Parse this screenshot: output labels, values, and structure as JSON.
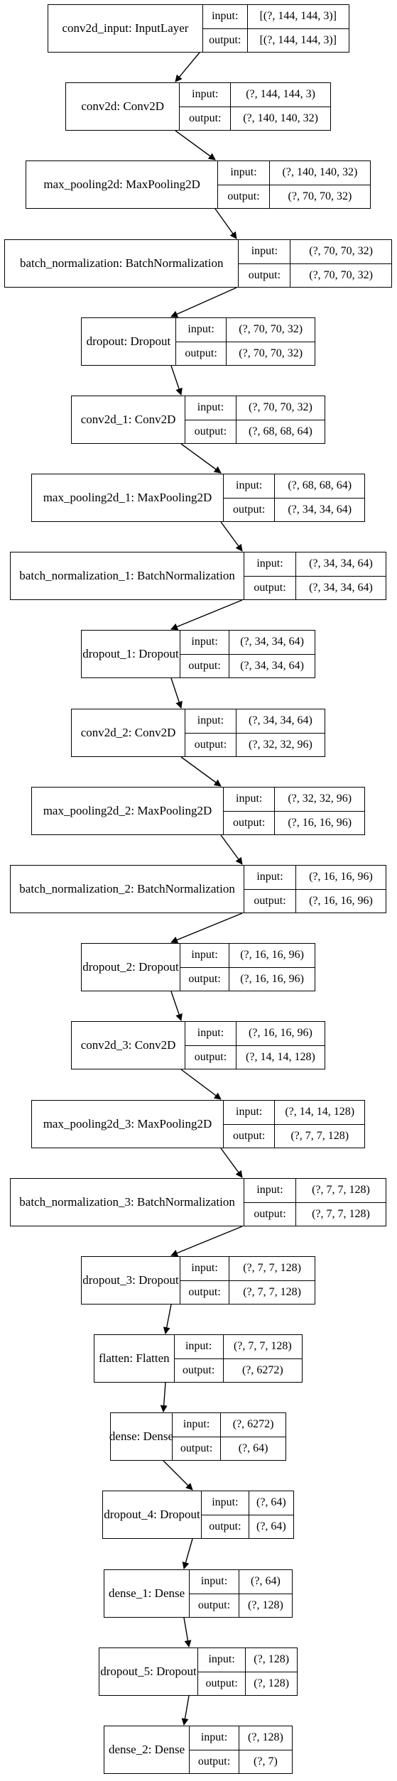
{
  "io_labels": {
    "input": "input:",
    "output": "output:"
  },
  "layers": [
    {
      "name": "conv2d_input: InputLayer",
      "input": "[(?, 144, 144, 3)]",
      "output": "[(?, 144, 144, 3)]"
    },
    {
      "name": "conv2d: Conv2D",
      "input": "(?, 144, 144, 3)",
      "output": "(?, 140, 140, 32)"
    },
    {
      "name": "max_pooling2d: MaxPooling2D",
      "input": "(?, 140, 140, 32)",
      "output": "(?, 70, 70, 32)"
    },
    {
      "name": "batch_normalization: BatchNormalization",
      "input": "(?, 70, 70, 32)",
      "output": "(?, 70, 70, 32)"
    },
    {
      "name": "dropout: Dropout",
      "input": "(?, 70, 70, 32)",
      "output": "(?, 70, 70, 32)"
    },
    {
      "name": "conv2d_1: Conv2D",
      "input": "(?, 70, 70, 32)",
      "output": "(?, 68, 68, 64)"
    },
    {
      "name": "max_pooling2d_1: MaxPooling2D",
      "input": "(?, 68, 68, 64)",
      "output": "(?, 34, 34, 64)"
    },
    {
      "name": "batch_normalization_1: BatchNormalization",
      "input": "(?, 34, 34, 64)",
      "output": "(?, 34, 34, 64)"
    },
    {
      "name": "dropout_1: Dropout",
      "input": "(?, 34, 34, 64)",
      "output": "(?, 34, 34, 64)"
    },
    {
      "name": "conv2d_2: Conv2D",
      "input": "(?, 34, 34, 64)",
      "output": "(?, 32, 32, 96)"
    },
    {
      "name": "max_pooling2d_2: MaxPooling2D",
      "input": "(?, 32, 32, 96)",
      "output": "(?, 16, 16, 96)"
    },
    {
      "name": "batch_normalization_2: BatchNormalization",
      "input": "(?, 16, 16, 96)",
      "output": "(?, 16, 16, 96)"
    },
    {
      "name": "dropout_2: Dropout",
      "input": "(?, 16, 16, 96)",
      "output": "(?, 16, 16, 96)"
    },
    {
      "name": "conv2d_3: Conv2D",
      "input": "(?, 16, 16, 96)",
      "output": "(?, 14, 14, 128)"
    },
    {
      "name": "max_pooling2d_3: MaxPooling2D",
      "input": "(?, 14, 14, 128)",
      "output": "(?, 7, 7, 128)"
    },
    {
      "name": "batch_normalization_3: BatchNormalization",
      "input": "(?, 7, 7, 128)",
      "output": "(?, 7, 7, 128)"
    },
    {
      "name": "dropout_3: Dropout",
      "input": "(?, 7, 7, 128)",
      "output": "(?, 7, 7, 128)"
    },
    {
      "name": "flatten: Flatten",
      "input": "(?, 7, 7, 128)",
      "output": "(?, 6272)"
    },
    {
      "name": "dense: Dense",
      "input": "(?, 6272)",
      "output": "(?, 64)"
    },
    {
      "name": "dropout_4: Dropout",
      "input": "(?, 64)",
      "output": "(?, 64)"
    },
    {
      "name": "dense_1: Dense",
      "input": "(?, 64)",
      "output": "(?, 128)"
    },
    {
      "name": "dropout_5: Dropout",
      "input": "(?, 128)",
      "output": "(?, 128)"
    },
    {
      "name": "dense_2: Dense",
      "input": "(?, 128)",
      "output": "(?, 7)"
    }
  ]
}
